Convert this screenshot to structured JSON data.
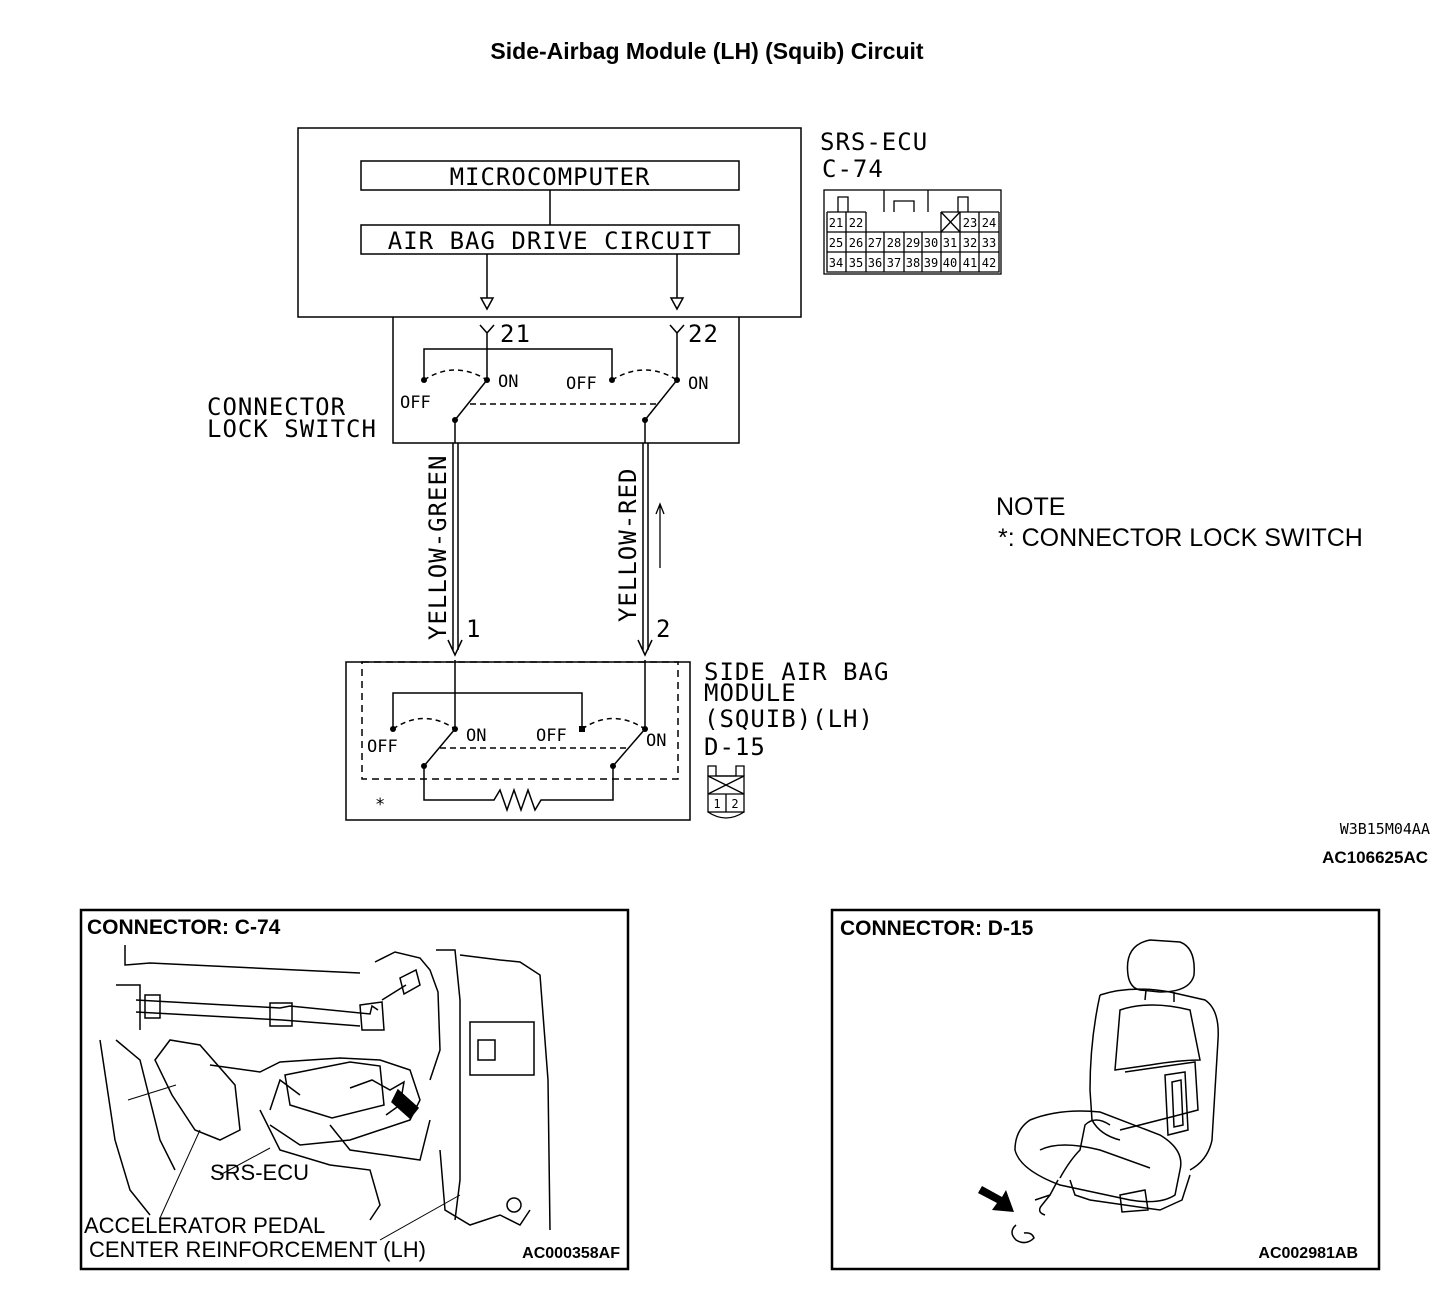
{
  "title": "Side-Airbag Module (LH) (Squib) Circuit",
  "ecu": {
    "name": "SRS-ECU",
    "connector_id": "C-74",
    "microcomputer": "MICROCOMPUTER",
    "drive_circuit": "AIR BAG DRIVE CIRCUIT",
    "pins": [
      "21",
      "22",
      "23",
      "24",
      "25",
      "26",
      "27",
      "28",
      "29",
      "30",
      "31",
      "32",
      "33",
      "34",
      "35",
      "36",
      "37",
      "38",
      "39",
      "40",
      "41",
      "42"
    ],
    "terminal_21": "21",
    "terminal_22": "22"
  },
  "connector_lock_switch_label": [
    "CONNECTOR",
    "LOCK SWITCH"
  ],
  "switch_labels": {
    "on": "ON",
    "off": "OFF"
  },
  "wires": [
    {
      "color": "YELLOW-GREEN",
      "pin": "1"
    },
    {
      "color": "YELLOW-RED",
      "pin": "2"
    }
  ],
  "module": {
    "lines": [
      "SIDE AIR BAG",
      "MODULE",
      "(SQUIB)(LH)"
    ],
    "connector_id": "D-15",
    "pins": [
      "1",
      "2"
    ],
    "asterisk": "*"
  },
  "note": {
    "heading": "NOTE",
    "text": "*: CONNECTOR LOCK SWITCH"
  },
  "codes": {
    "diagram_code": "W3B15M04AA",
    "figure_code": "AC106625AC"
  },
  "panel_c74": {
    "title": "CONNECTOR: C-74",
    "label_ecu": "SRS-ECU",
    "label_line1": "ACCELERATOR PEDAL",
    "label_line2": "CENTER REINFORCEMENT (LH)",
    "code": "AC000358AF"
  },
  "panel_d15": {
    "title": "CONNECTOR: D-15",
    "code": "AC002981AB"
  }
}
